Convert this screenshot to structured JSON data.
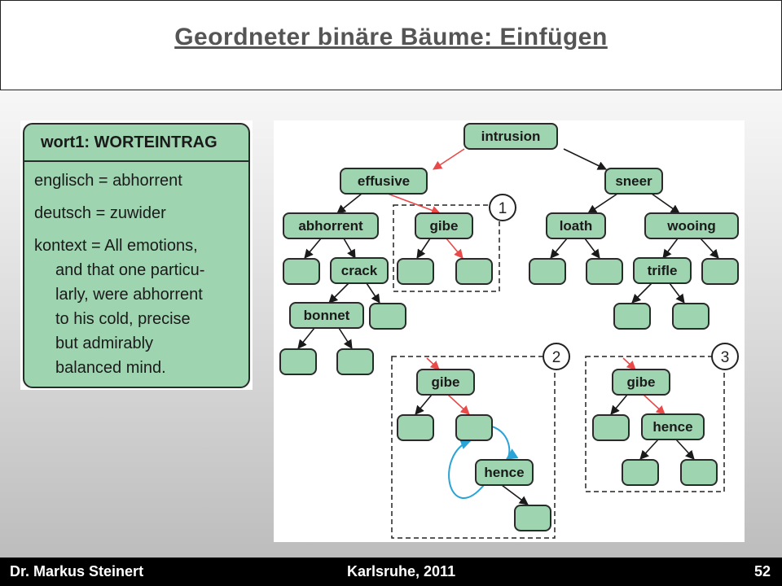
{
  "slide": {
    "title": "Geordneter binäre Bäume: Einfügen",
    "footer_left": "Dr. Markus Steinert",
    "footer_center": "Karlsruhe, 2011",
    "footer_page": "52"
  },
  "card": {
    "header": "wort1: WORTEINTRAG",
    "line_englisch": "englisch = abhorrent",
    "line_deutsch": "deutsch = zuwider",
    "kontext_lines": [
      "kontext = All emotions,",
      "and that one particu-",
      "larly, were abhorrent",
      "to his cold, precise",
      "but admirably",
      "balanced mind."
    ]
  },
  "tree": {
    "nodes": {
      "intrusion": "intrusion",
      "effusive": "effusive",
      "sneer": "sneer",
      "abhorrent": "abhorrent",
      "gibe": "gibe",
      "loath": "loath",
      "wooing": "wooing",
      "crack": "crack",
      "trifle": "trifle",
      "bonnet": "bonnet",
      "gibe2": "gibe",
      "hence2": "hence",
      "gibe3": "gibe",
      "hence3": "hence"
    },
    "step_labels": [
      "1",
      "2",
      "3"
    ],
    "colors": {
      "node_fill": "#9fd4b0",
      "node_stroke": "#2a2a2a",
      "edge": "#1a1a1a",
      "insert_path": "#e84a4a",
      "move_arrow": "#2aa3d6"
    }
  }
}
